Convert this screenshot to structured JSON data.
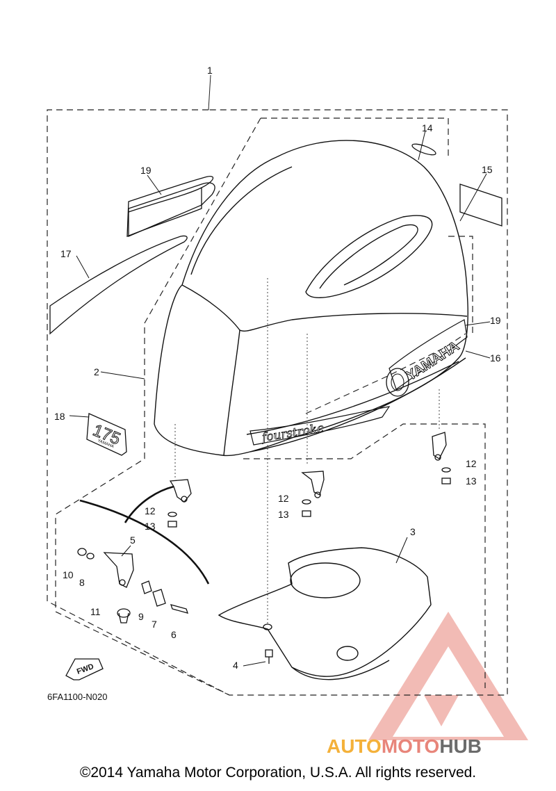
{
  "diagram": {
    "callouts": {
      "c1": "1",
      "c2": "2",
      "c3": "3",
      "c4": "4",
      "c5": "5",
      "c6": "6",
      "c7": "7",
      "c8": "8",
      "c9": "9",
      "c10": "10",
      "c11": "11",
      "c12a": "12",
      "c12b": "12",
      "c12c": "12",
      "c13a": "13",
      "c13b": "13",
      "c13c": "13",
      "c14": "14",
      "c15": "15",
      "c16": "16",
      "c17": "17",
      "c18": "18",
      "c19a": "19",
      "c19b": "19"
    },
    "decals": {
      "yamaha": "YAMAHA",
      "fourstroke": "fourstroke",
      "model": "175",
      "small_yamaha": "YAMAHA",
      "fwd": "FWD"
    },
    "reference_code": "6FA1100-N020"
  },
  "footer": {
    "copyright": "©2014 Yamaha Motor Corporation, U.S.A. All rights reserved."
  },
  "watermark": {
    "part1": "AUTO",
    "part2": "MOTO",
    "part3": "HUB",
    "colors": {
      "auto": "#f4b13a",
      "moto": "#e8857a",
      "hub": "#6b6b6b",
      "triangle": "#e8857a"
    }
  }
}
